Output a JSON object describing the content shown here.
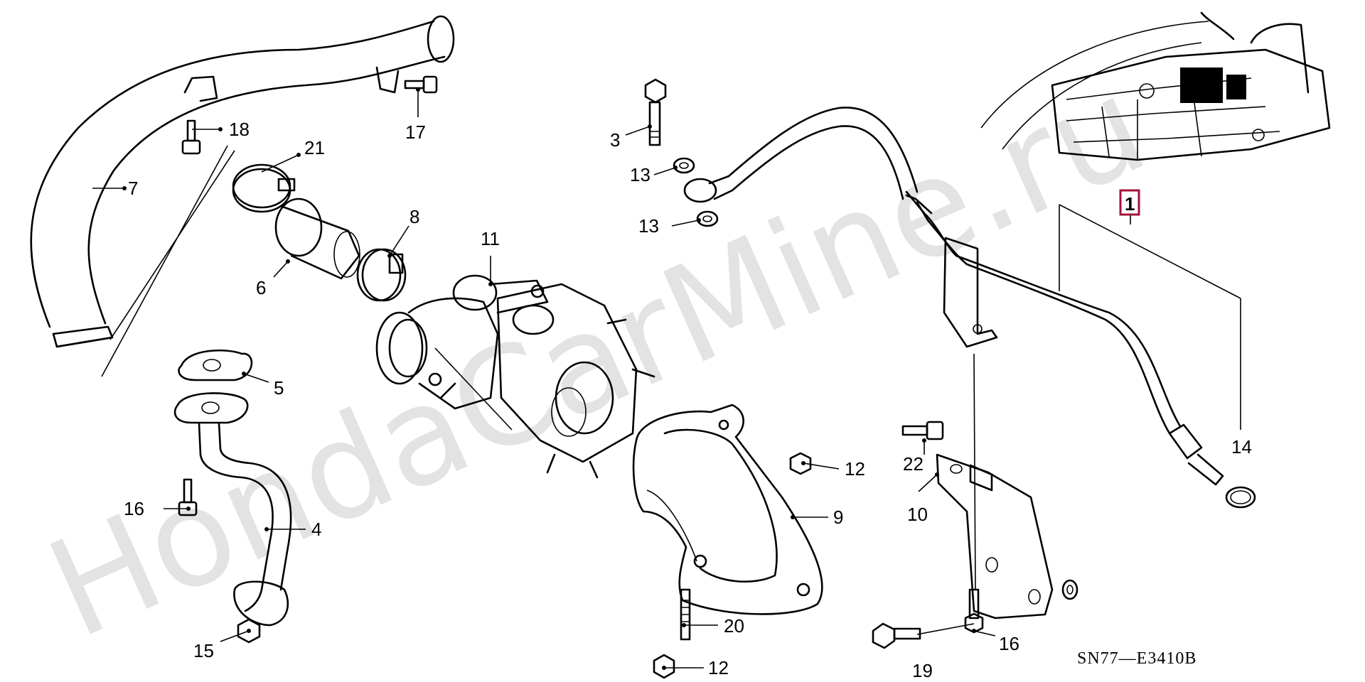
{
  "watermark": "HondaCarMine.ru",
  "diagram_code": "SN77—E3410B",
  "assembly_label": "1",
  "accent_color": "#a3123a",
  "callouts": {
    "c3": "3",
    "c4": "4",
    "c5": "5",
    "c6": "6",
    "c7": "7",
    "c8": "8",
    "c9": "9",
    "c10": "10",
    "c11": "11",
    "c12a": "12",
    "c12b": "12",
    "c13a": "13",
    "c13b": "13",
    "c14": "14",
    "c15": "15",
    "c16a": "16",
    "c16b": "16",
    "c17": "17",
    "c18": "18",
    "c19": "19",
    "c20": "20",
    "c21": "21",
    "c22": "22"
  }
}
